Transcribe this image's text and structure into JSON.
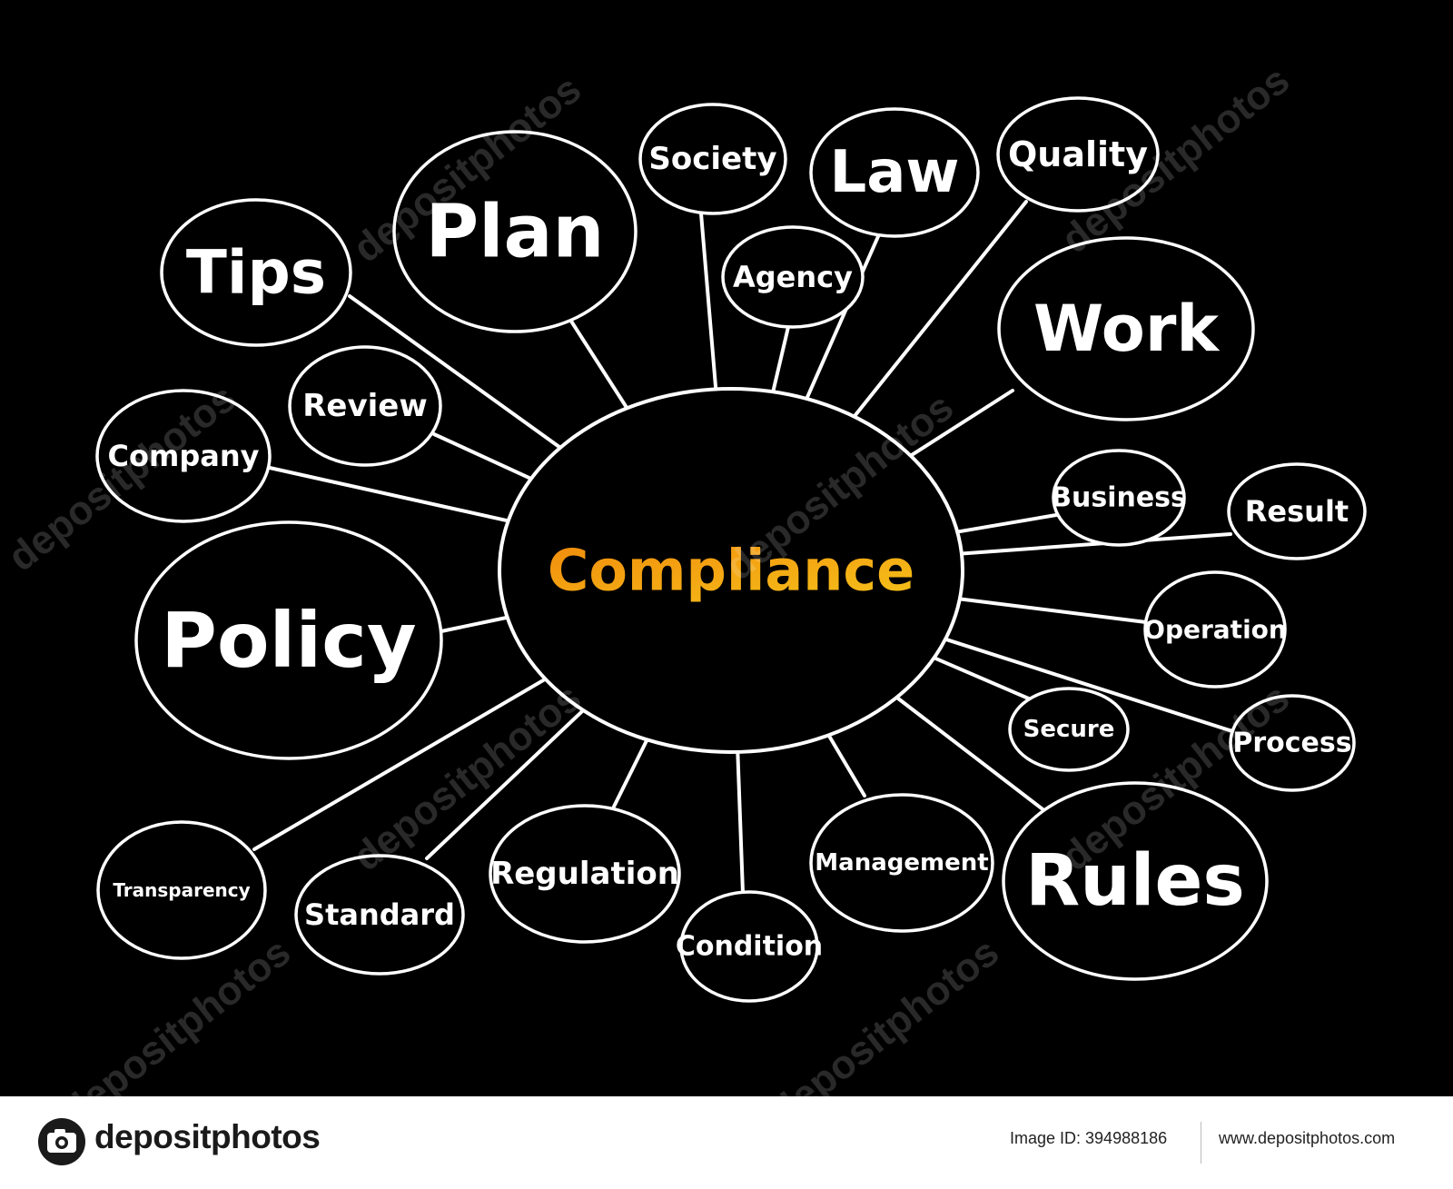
{
  "diagram": {
    "center": {
      "label": "Compliance",
      "gradient": [
        "#f28a0c",
        "#f5c31a"
      ]
    },
    "nodes": [
      {
        "id": "tips",
        "label": "Tips"
      },
      {
        "id": "plan",
        "label": "Plan"
      },
      {
        "id": "society",
        "label": "Society"
      },
      {
        "id": "agency",
        "label": "Agency"
      },
      {
        "id": "law",
        "label": "Law"
      },
      {
        "id": "quality",
        "label": "Quality"
      },
      {
        "id": "work",
        "label": "Work"
      },
      {
        "id": "review",
        "label": "Review"
      },
      {
        "id": "company",
        "label": "Company"
      },
      {
        "id": "business",
        "label": "Business"
      },
      {
        "id": "result",
        "label": "Result"
      },
      {
        "id": "policy",
        "label": "Policy"
      },
      {
        "id": "operation",
        "label": "Operation"
      },
      {
        "id": "secure",
        "label": "Secure"
      },
      {
        "id": "process",
        "label": "Process"
      },
      {
        "id": "transparency",
        "label": "Transparency"
      },
      {
        "id": "standard",
        "label": "Standard"
      },
      {
        "id": "regulation",
        "label": "Regulation"
      },
      {
        "id": "condition",
        "label": "Condition"
      },
      {
        "id": "management",
        "label": "Management"
      },
      {
        "id": "rules",
        "label": "Rules"
      }
    ],
    "colors": {
      "background": "#000000",
      "stroke": "#ffffff",
      "text": "#ffffff"
    }
  },
  "watermark": {
    "text": "depositphotos"
  },
  "footer": {
    "logo_text": "depositphotos",
    "image_id": "Image ID: 394988186",
    "url": "www.depositphotos.com"
  }
}
